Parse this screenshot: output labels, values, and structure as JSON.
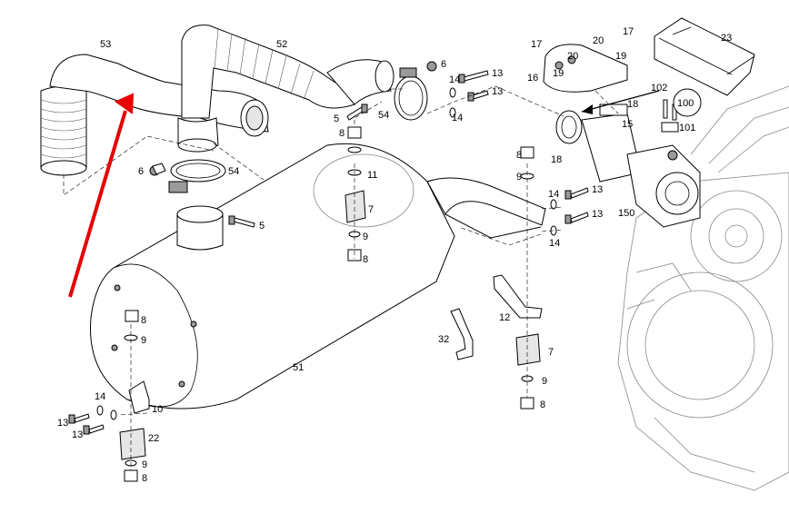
{
  "diagram": {
    "labels": {
      "l53": "53",
      "l52": "52",
      "l6a": "6",
      "l14a": "14",
      "l13a": "13",
      "l13b": "13",
      "l14b": "14",
      "l5a": "5",
      "l54a": "54",
      "l8a": "8",
      "l11": "11",
      "l7a": "7",
      "l9a": "9",
      "l8b": "8",
      "l6b": "6",
      "l54b": "54",
      "l5b": "5",
      "l17a": "17",
      "l17b": "17",
      "l20a": "20",
      "l20b": "20",
      "l19a": "19",
      "l19b": "19",
      "l16": "16",
      "l23": "23",
      "l102": "102",
      "l100": "100",
      "l18a": "18",
      "l15": "15",
      "l101": "101",
      "l18b": "18",
      "l8c": "8",
      "l9b": "9",
      "l14c": "14",
      "l13c": "13",
      "l13d": "13",
      "l14d": "14",
      "l150": "150",
      "l12": "12",
      "l32": "32",
      "l7b": "7",
      "l9c": "9",
      "l8d": "8",
      "l51": "51",
      "l8e": "8",
      "l9d": "9",
      "l14e": "14",
      "l10": "10",
      "l13e": "13",
      "l13f": "13",
      "l22": "22",
      "l9e": "9",
      "l8f": "8"
    },
    "highlight_color": "#e60000"
  }
}
